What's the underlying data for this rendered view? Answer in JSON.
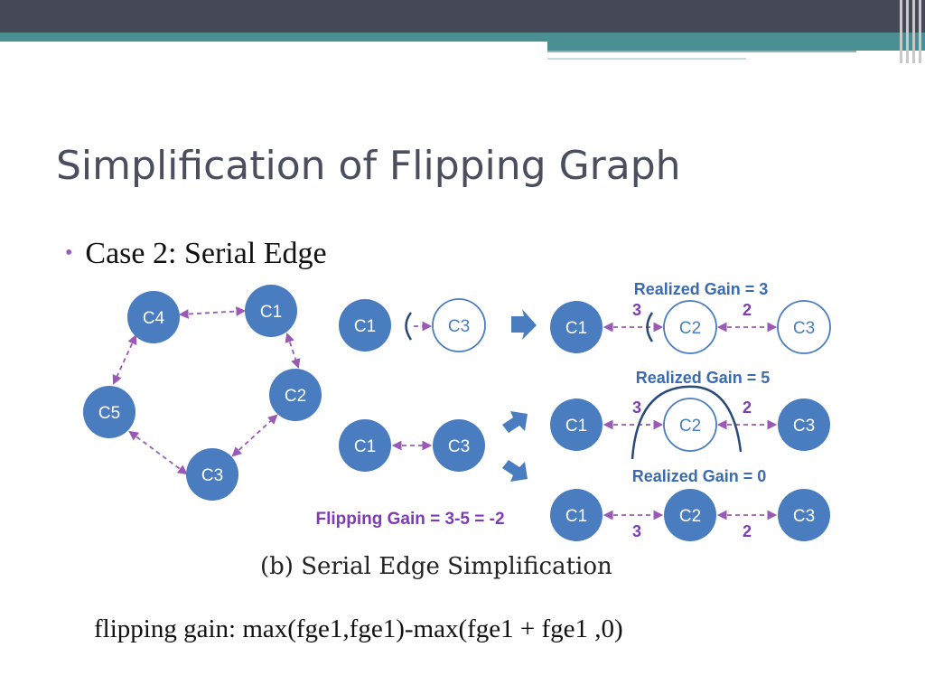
{
  "slide": {
    "title": "Simplification of Flipping Graph",
    "bullet": "Case 2: Serial Edge",
    "caption": "(b) Serial Edge Simplification",
    "formula": "flipping gain:  max(fge1,fge1)-max(fge1 + fge1  ,0)"
  },
  "colors": {
    "node_fill": "#4a7cc0",
    "node_outline": "#4a7cc0",
    "edge": "#9b59b6",
    "label_gain": "#3a6bb0",
    "label_flip": "#7d3cb5"
  },
  "figure": {
    "graph_nodes": [
      "C4",
      "C1",
      "C5",
      "C2",
      "C3"
    ],
    "graph_edges": [
      [
        "C4",
        "C1"
      ],
      [
        "C1",
        "C2"
      ],
      [
        "C4",
        "C5"
      ],
      [
        "C5",
        "C3"
      ],
      [
        "C3",
        "C2"
      ]
    ],
    "row1": {
      "left_nodes": [
        "C1",
        "C3"
      ],
      "right_nodes": [
        "C1",
        "C2",
        "C3"
      ],
      "gain_label": "Realized Gain = 3",
      "weights": [
        "3",
        "2"
      ]
    },
    "row2": {
      "left_nodes": [
        "C1",
        "C3"
      ],
      "right_nodes": [
        "C1",
        "C2",
        "C3"
      ],
      "gain_label": "Realized Gain = 5",
      "weights": [
        "3",
        "2"
      ]
    },
    "row3": {
      "right_nodes": [
        "C1",
        "C2",
        "C3"
      ],
      "gain_label": "Realized Gain = 0",
      "weights": [
        "3",
        "2"
      ],
      "flip_label": "Flipping Gain = 3-5 = -2"
    }
  }
}
